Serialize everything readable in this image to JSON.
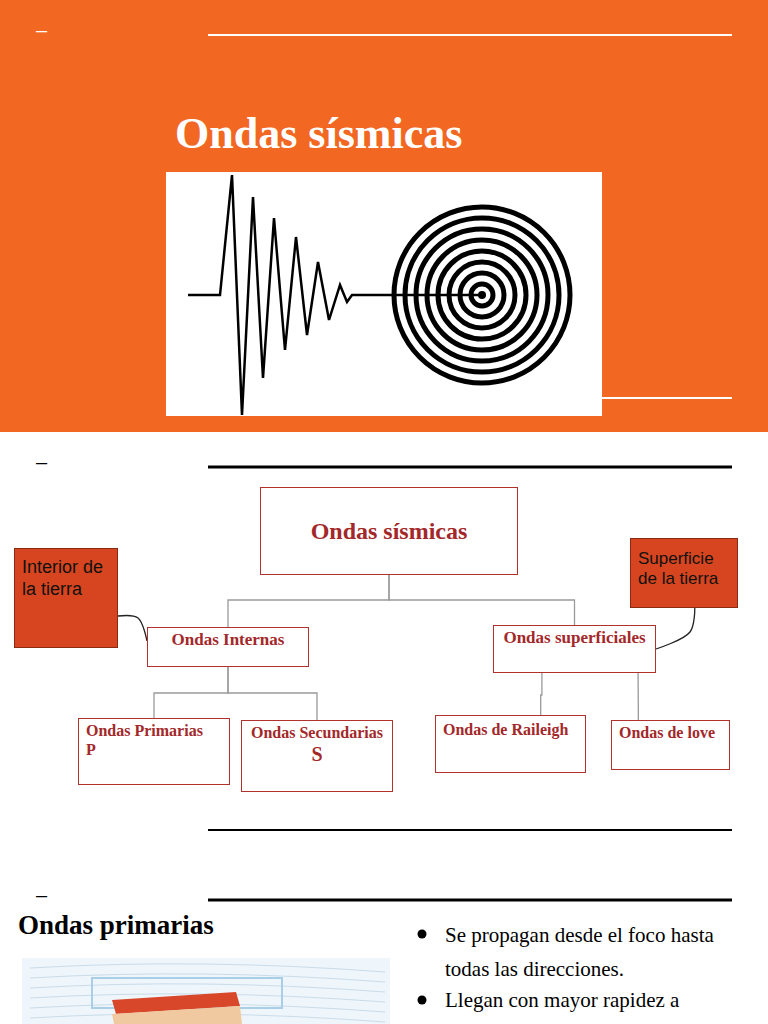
{
  "diagram": {
    "title": "Ondas sísmicas",
    "nodes": [
      {
        "text": [
          "Ondas sísmicas"
        ]
      },
      {
        "text": [
          "Interior de la tierra"
        ]
      },
      {
        "text": [
          "Superficie de la tierra"
        ]
      },
      {
        "text": [
          "Ondas Internas"
        ]
      },
      {
        "text": [
          "Ondas superficiales"
        ]
      },
      {
        "text": [
          "Ondas Primarias",
          "P"
        ]
      },
      {
        "text": [
          "Ondas Secundarias",
          "S"
        ]
      },
      {
        "text": [
          "Ondas de Raileigh"
        ]
      },
      {
        "text": [
          "Ondas de love"
        ]
      }
    ],
    "edges": [
      {
        "from": 0,
        "to": 3,
        "arrow": "none"
      },
      {
        "from": 0,
        "to": 4,
        "arrow": "none"
      },
      {
        "from": 3,
        "to": 5,
        "arrow": "none"
      },
      {
        "from": 3,
        "to": 6,
        "arrow": "none"
      },
      {
        "from": 4,
        "to": 7,
        "arrow": "none"
      },
      {
        "from": 4,
        "to": 8,
        "arrow": "none"
      },
      {
        "from": 1,
        "to": 3,
        "arrow": "none"
      },
      {
        "from": 2,
        "to": 4,
        "arrow": "none"
      }
    ],
    "labels": [
      "–",
      "–",
      "–",
      "Ondas primarias",
      "Se propagan desde el foco hasta todas las direcciones.",
      "Llegan con mayor rapidez a"
    ]
  }
}
